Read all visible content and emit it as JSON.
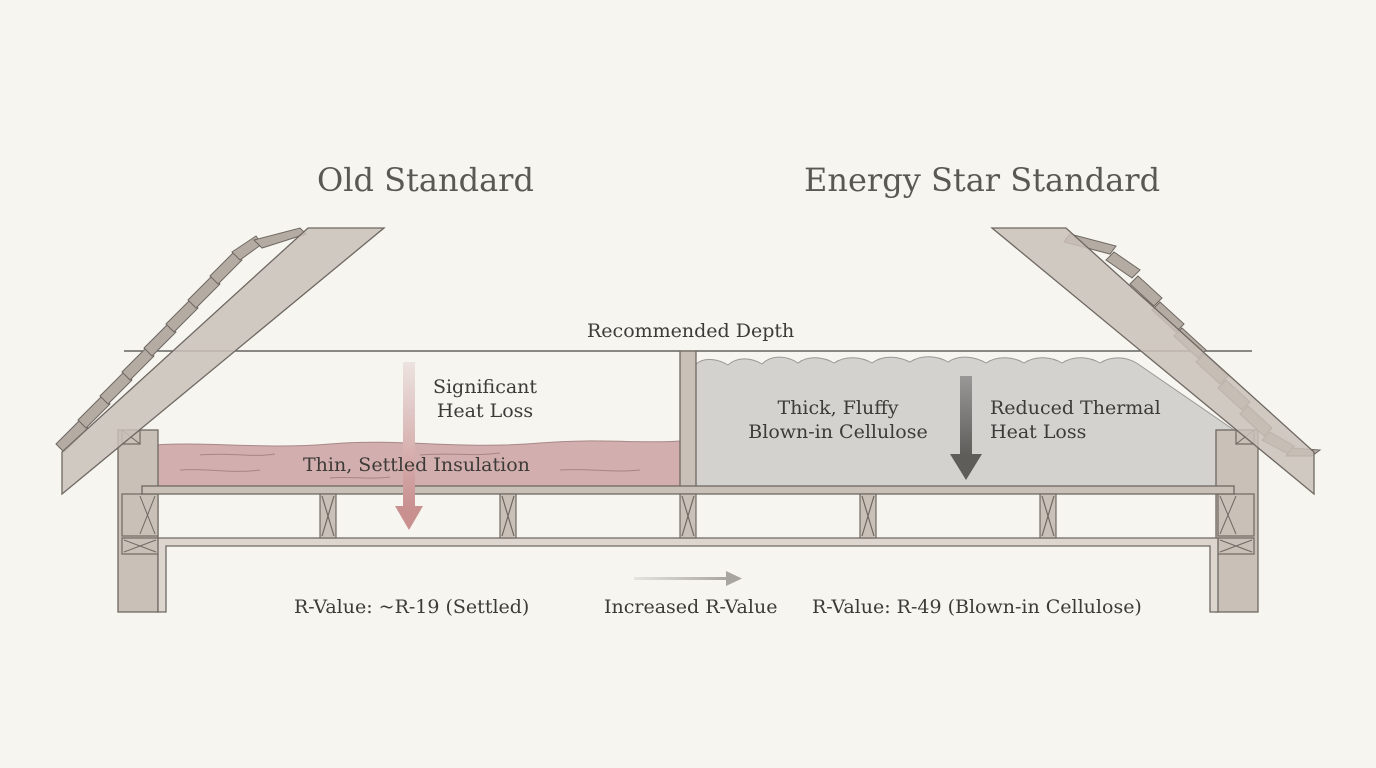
{
  "titles": {
    "left": "Old Standard",
    "right": "Energy Star Standard"
  },
  "labels": {
    "recommended_depth": "Recommended Depth",
    "heat_loss_significant": [
      "Significant",
      "Heat Loss"
    ],
    "thin_insulation": "Thin, Settled Insulation",
    "thick_insulation": [
      "Thick, Fluffy",
      "Blown-in Cellulose"
    ],
    "heat_loss_reduced": [
      "Reduced Thermal",
      "Heat Loss"
    ],
    "r_value_left": "R-Value: ~R-19 (Settled)",
    "increased_r_value": "Increased R-Value",
    "r_value_right": "R-Value: R-49 (Blown-in Cellulose)"
  },
  "colors": {
    "background": "#f6f5f0",
    "framing": "#c9c1b8",
    "framing_stroke": "#6f6862",
    "old_insulation": "#cfa8a8",
    "new_insulation": "#d2d1cf",
    "arrow_old": "#c79494",
    "arrow_new": "#6e6c69",
    "arrow_increase": "#b5b2ad"
  },
  "icons": {
    "heat_loss_arrow_old": "down-arrow-icon",
    "heat_loss_arrow_new": "down-arrow-icon",
    "increase_arrow": "right-arrow-icon"
  }
}
